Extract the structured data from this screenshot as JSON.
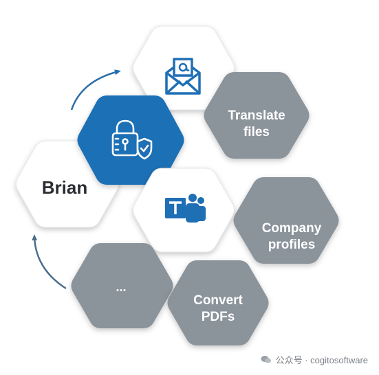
{
  "hexagons": {
    "email": {
      "icon": "email-at-icon"
    },
    "security": {
      "icon": "lock-shield-icon"
    },
    "teams": {
      "icon": "teams-icon"
    },
    "brian": {
      "label": "Brian"
    },
    "translate": {
      "line1": "Translate",
      "line2": "files"
    },
    "company": {
      "line1": "Company",
      "line2": "profiles"
    },
    "convert": {
      "line1": "Convert",
      "line2": "PDFs"
    },
    "more": {
      "label": "..."
    }
  },
  "footer": {
    "text": "公众号 · cogitosoftware"
  },
  "colors": {
    "accent_blue": "#1f6fb5",
    "gray_hex": "#8b939b",
    "white_hex": "#ffffff",
    "text_dark": "#2a2d31"
  }
}
